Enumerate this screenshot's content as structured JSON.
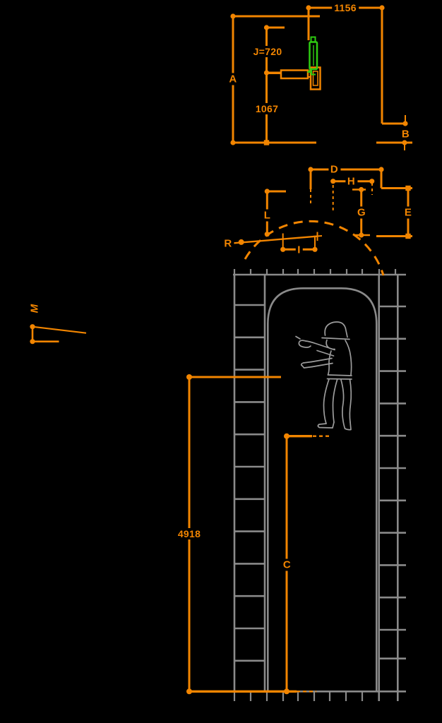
{
  "colors": {
    "dimension_orange": "#F28500",
    "highlight_green": "#2ECC11",
    "structure_gray": "#8A8A8A",
    "figure_gray": "#9C9C9C",
    "background": "#000000"
  },
  "labels": {
    "w1156": "1156",
    "j720": "J=720",
    "h1067": "1067",
    "h4918": "4918",
    "a": "A",
    "b": "B",
    "c": "C",
    "d": "D",
    "e": "E",
    "g": "G",
    "h": "H",
    "i": "I",
    "l": "L",
    "m": "M",
    "r": "R"
  }
}
